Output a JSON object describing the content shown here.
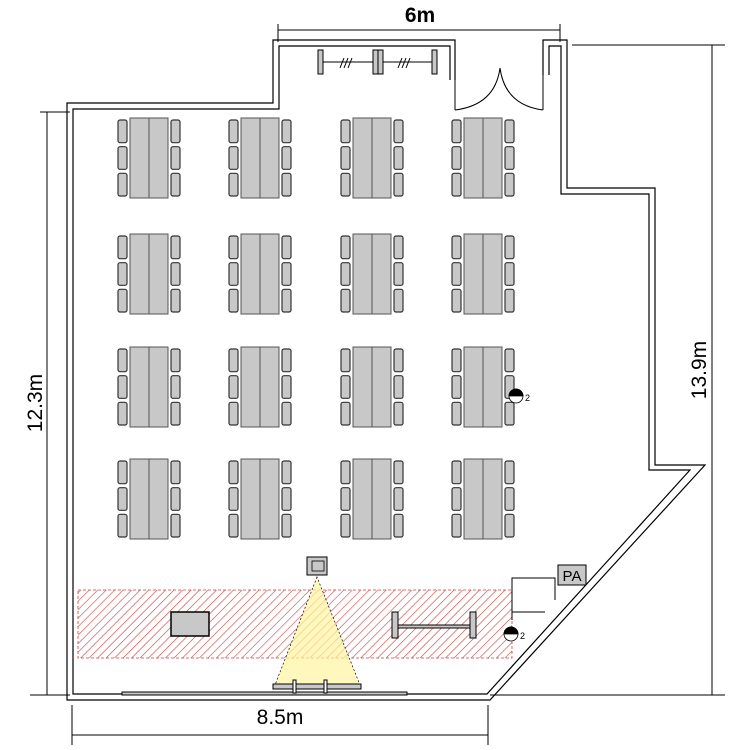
{
  "dimensions": {
    "top": "6m",
    "left": "12.3m",
    "right": "13.9m",
    "bottom": "8.5m"
  },
  "equipment": {
    "pa_label": "PA",
    "speaker_1_label": "2",
    "speaker_2_label": "2"
  },
  "layout": {
    "table_rows": 4,
    "table_columns": 4,
    "chairs_per_side": 3
  },
  "colors": {
    "wall": "#000000",
    "furniture": "#c8c8c8",
    "hatch_zone": "#d04040",
    "projection_cone": "#fff3a0"
  }
}
